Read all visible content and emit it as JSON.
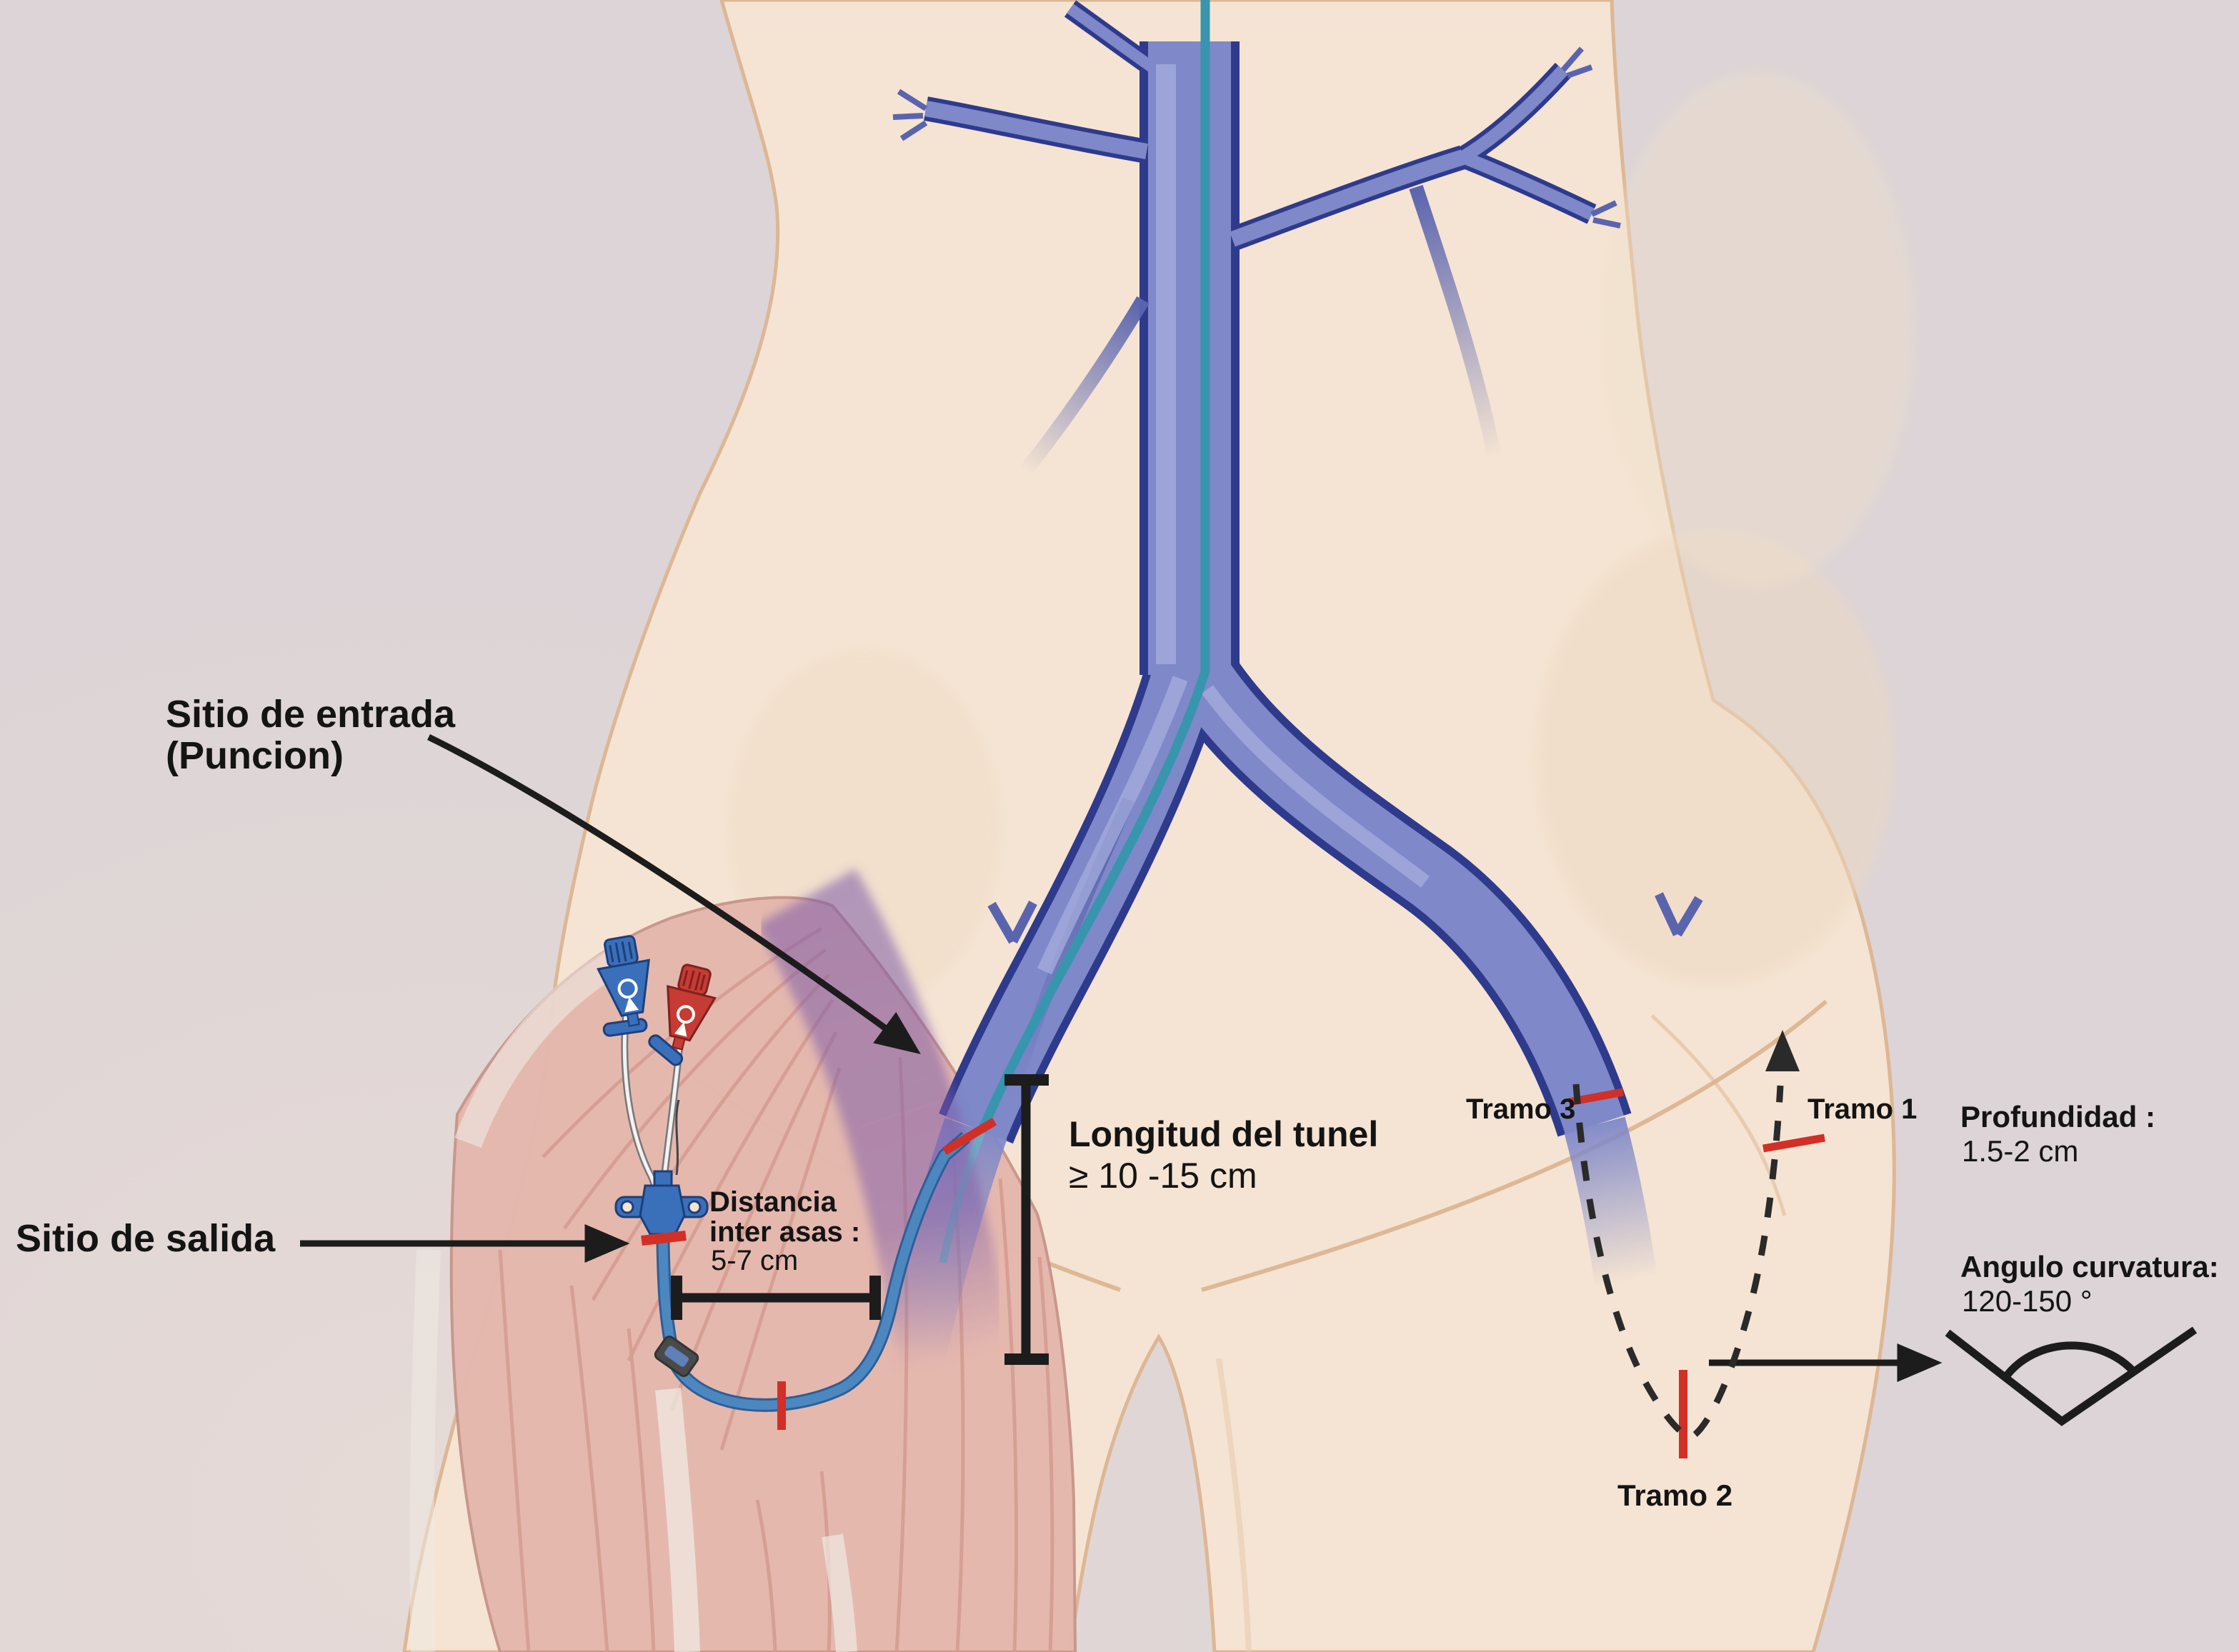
{
  "figure": {
    "labels": {
      "entry_site": {
        "line1": "Sitio de entrada",
        "line2": "(Puncion)"
      },
      "exit_site": {
        "text": "Sitio de salida"
      },
      "inter_loop_distance": {
        "line1": "Distancia",
        "line2": "inter asas  :",
        "line3": "5-7 cm"
      },
      "tunnel_length": {
        "line1": "Longitud del tunel",
        "line2": "≥ 10 -15 cm"
      },
      "segment_1": {
        "text": "Tramo 1"
      },
      "segment_2": {
        "text": "Tramo 2"
      },
      "segment_3": {
        "text": "Tramo 3"
      },
      "depth": {
        "line1": "Profundidad :",
        "line2": "1.5-2 cm"
      },
      "curvature_angle": {
        "line1": "Angulo curvatura:",
        "line2": "120-150 °"
      }
    },
    "icons": {
      "up_arrow_icon": "direction-up-arrow",
      "angle_icon": "curvature-angle-glyph",
      "arrowhead_icon": "pointer-arrowhead"
    },
    "colors": {
      "background": "#dcd4d6",
      "skin": "#f5e4d3",
      "skin_outline": "#ddb794",
      "vein_fill": "#7f88c8",
      "vein_outline": "#2e3a8c",
      "catheter_blue": "#4d87c0",
      "guidewire_teal": "#3796ad",
      "site_mark_red": "#d22f27",
      "measure_black": "#1c1c1c",
      "muscle_pink": "#e5b7ad",
      "tunnel_purple": "#7c5aa8",
      "text": "#141414"
    }
  }
}
